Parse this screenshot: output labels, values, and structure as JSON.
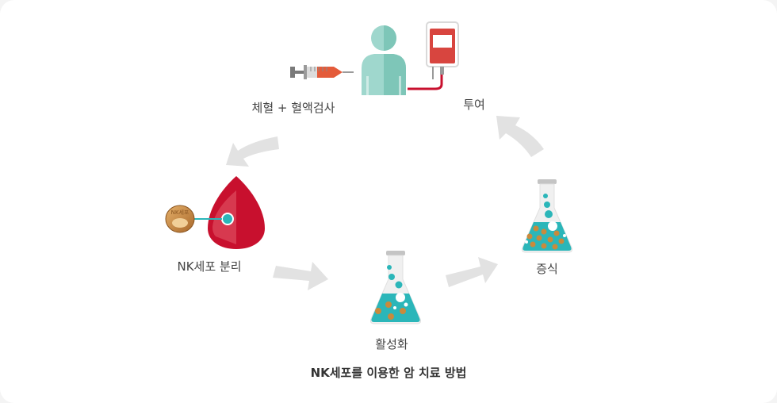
{
  "steps": {
    "blood_draw": "체혈 + 혈액검사",
    "injection": "투여",
    "separation": "NK세포 분리",
    "activation": "활성화",
    "proliferation": "증식"
  },
  "cell_text": "NK세포",
  "caption": "NK세포를 이용한 암 치료 방법",
  "colors": {
    "blood": "#c8102e",
    "teal": "#2bb6b9",
    "person": "#8ccfc3",
    "arrow": "#e2e2e2",
    "cell": "#c98a3c"
  }
}
